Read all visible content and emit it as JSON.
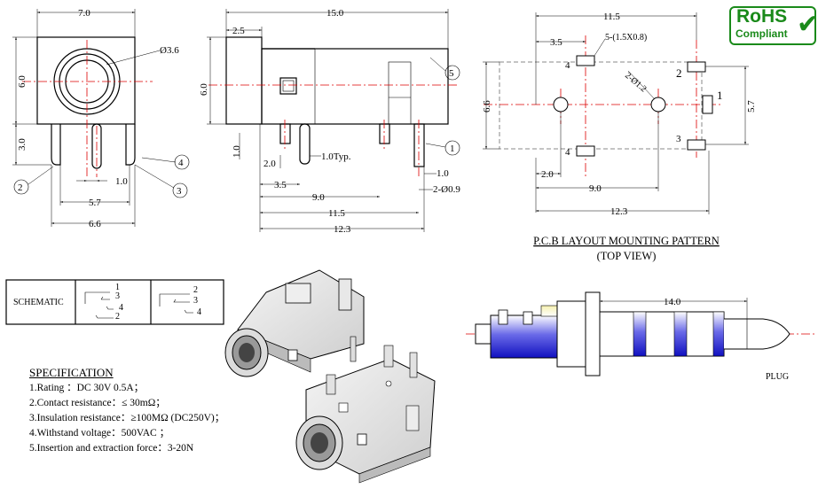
{
  "front_view": {
    "width_dim": "7.0",
    "height_dim": "6.0",
    "hole_dim": "Ø3.6",
    "leg_dim": "3.0",
    "pin_spacing": "1.0",
    "outer_dim_1": "5.7",
    "outer_dim_2": "6.6",
    "callouts": [
      "2",
      "3",
      "4"
    ]
  },
  "side_view": {
    "length_dim": "15.0",
    "front_dim": "2.5",
    "height_dim": "6.0",
    "pin_dims": [
      "1.0",
      "2.0",
      "1.0Typ.",
      "3.5",
      "9.0",
      "11.5",
      "12.3",
      "1.0",
      "2-Ø0.9"
    ],
    "callouts": [
      "5",
      "1"
    ]
  },
  "pcb": {
    "width_dim": "11.5",
    "pad_offset": "3.5",
    "pad_note": "5-(1.5X0.8)",
    "hole_note": "2-Ø1.2",
    "height_dim": "6.6",
    "right_dim": "5.7",
    "bottom_dims": [
      "2.0",
      "9.0",
      "12.3"
    ],
    "pad_labels": [
      "4",
      "4",
      "2",
      "1",
      "3"
    ],
    "title": "P.C.B LAYOUT MOUNTING PATTERN",
    "subtitle": "(TOP VIEW)"
  },
  "schematic": {
    "label": "SCHEMATIC",
    "left_pins": [
      "1",
      "3",
      "4",
      "2"
    ],
    "right_pins": [
      "2",
      "3",
      "4"
    ]
  },
  "plug": {
    "length_dim": "14.0",
    "label": "PLUG"
  },
  "specification": {
    "heading": "SPECIFICATION",
    "items": [
      "1.Rating ：DC 30V 0.5A；",
      "2.Contact resistance：≤ 30mΩ；",
      "3.Insulation resistance：≥100MΩ (DC250V)；",
      "4.Withstand voltage：500VAC ；",
      "5.Insertion and extraction force：3-20N"
    ]
  },
  "rohs": {
    "title": "RoHS",
    "subtitle": "Compliant"
  },
  "colors": {
    "centerline": "#dd0000",
    "rohs_green": "#1a8a1a",
    "plug_blue": "#1010c0"
  }
}
